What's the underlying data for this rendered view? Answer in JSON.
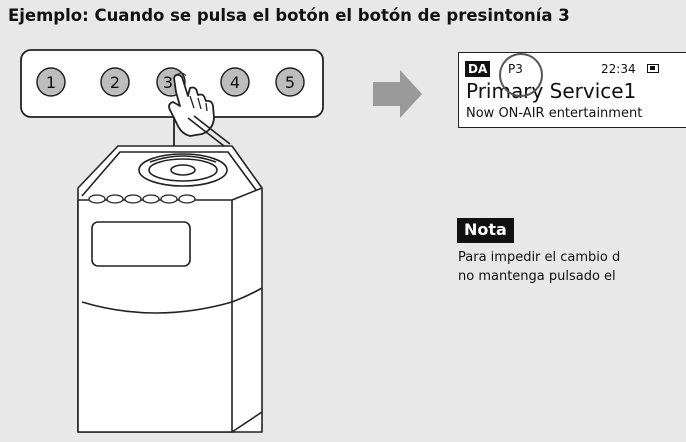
{
  "title": "Ejemplo: Cuando se pulsa el botón el botón de presintonía 3",
  "preset_buttons": [
    "1",
    "2",
    "3",
    "4",
    "5"
  ],
  "display": {
    "badge": "DA",
    "preset": "P3",
    "time": "22:34",
    "service": "Primary Service1",
    "subtext": "Now ON-AIR entertainment"
  },
  "note": {
    "label": "Nota",
    "lines": [
      "Para impedir el cambio d",
      "no mantenga pulsado el"
    ]
  },
  "colors": {
    "background": "#e8e8e8",
    "arrow": "#9a9a9a",
    "note_badge": "#111111"
  }
}
